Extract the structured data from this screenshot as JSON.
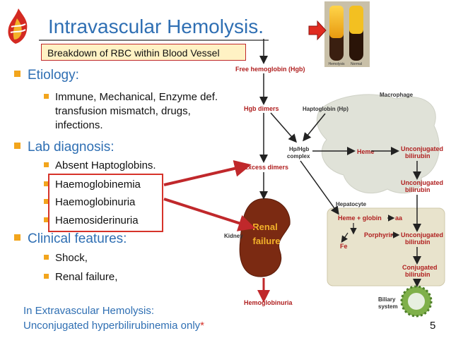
{
  "slide": {
    "title": "Intravascular Hemolysis.",
    "subtitle": "Breakdown of RBC within Blood Vessel",
    "page_number": "5"
  },
  "bullets": {
    "etiology": {
      "heading": "Etiology:",
      "items": [
        "Immune, Mechanical, Enzyme def.",
        "transfusion mismatch, drugs,",
        "infections."
      ]
    },
    "lab": {
      "heading": "Lab diagnosis:",
      "items": [
        "Absent Haptoglobins.",
        "Haemoglobinemia",
        "Haemoglobinuria",
        "Haemosiderinuria"
      ]
    },
    "clinical": {
      "heading": "Clinical features:",
      "items": [
        "Shock,",
        "Renal failure,"
      ]
    }
  },
  "footer": {
    "line1": "In Extravascular Hemolysis:",
    "line2": "Unconjugated hyperbilirubinemia only",
    "asterisk": "*"
  },
  "diagram": {
    "tube_labels": [
      "Hemolysis",
      "Normal"
    ],
    "free_hgb": "Free hemoglobin (Hgb)",
    "hgb_dimers": "Hgb dimers",
    "haptoglobin": "Haptoglobin (Hp)",
    "macrophage": "Macrophage",
    "heme": "Heme",
    "unconj_1": "Unconjugated",
    "unconj_2": "bilirubin",
    "hp_hgb_1": "Hp/Hgb",
    "hp_hgb_2": "complex",
    "excess_dimers": "Excess dimers",
    "hepatocyte": "Hepatocyte",
    "heme_globin": "Heme + globin",
    "aa": "aa",
    "porphyrin": "Porphyrin",
    "fe": "Fe",
    "kidney": "Kidney",
    "renal_1": "Renal",
    "renal_2": "failure",
    "conj_1": "Conjugated",
    "conj_2": "bilirubin",
    "hemoglobinuria": "Hemoglobinuria",
    "biliary_1": "Biliary",
    "biliary_2": "system"
  },
  "colors": {
    "title_blue": "#2f6fb3",
    "bullet_orange": "#f2a51d",
    "accent_red": "#c0282b",
    "label_red": "#b02020"
  }
}
